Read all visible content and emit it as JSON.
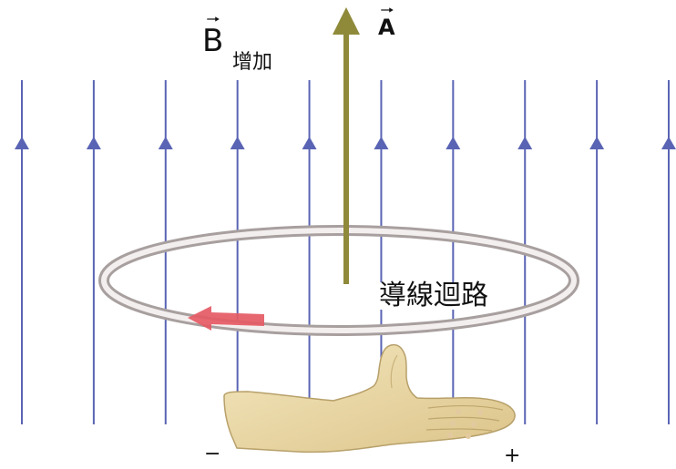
{
  "field": {
    "symbol": "B",
    "caption": "增加",
    "line_count": 10
  },
  "area_vector": {
    "symbol": "A"
  },
  "loop": {
    "label": "導線迴路"
  },
  "terminals": {
    "negative": "−",
    "positive": "+"
  },
  "colors": {
    "field_line": "#5a64b4",
    "area_arrow": "#8f8a3a",
    "loop_ring": "#c9bfbf",
    "current_arrow": "#e55a64",
    "hand": "#e8d7a4"
  },
  "icons": {
    "hand": "right-hand-icon"
  }
}
